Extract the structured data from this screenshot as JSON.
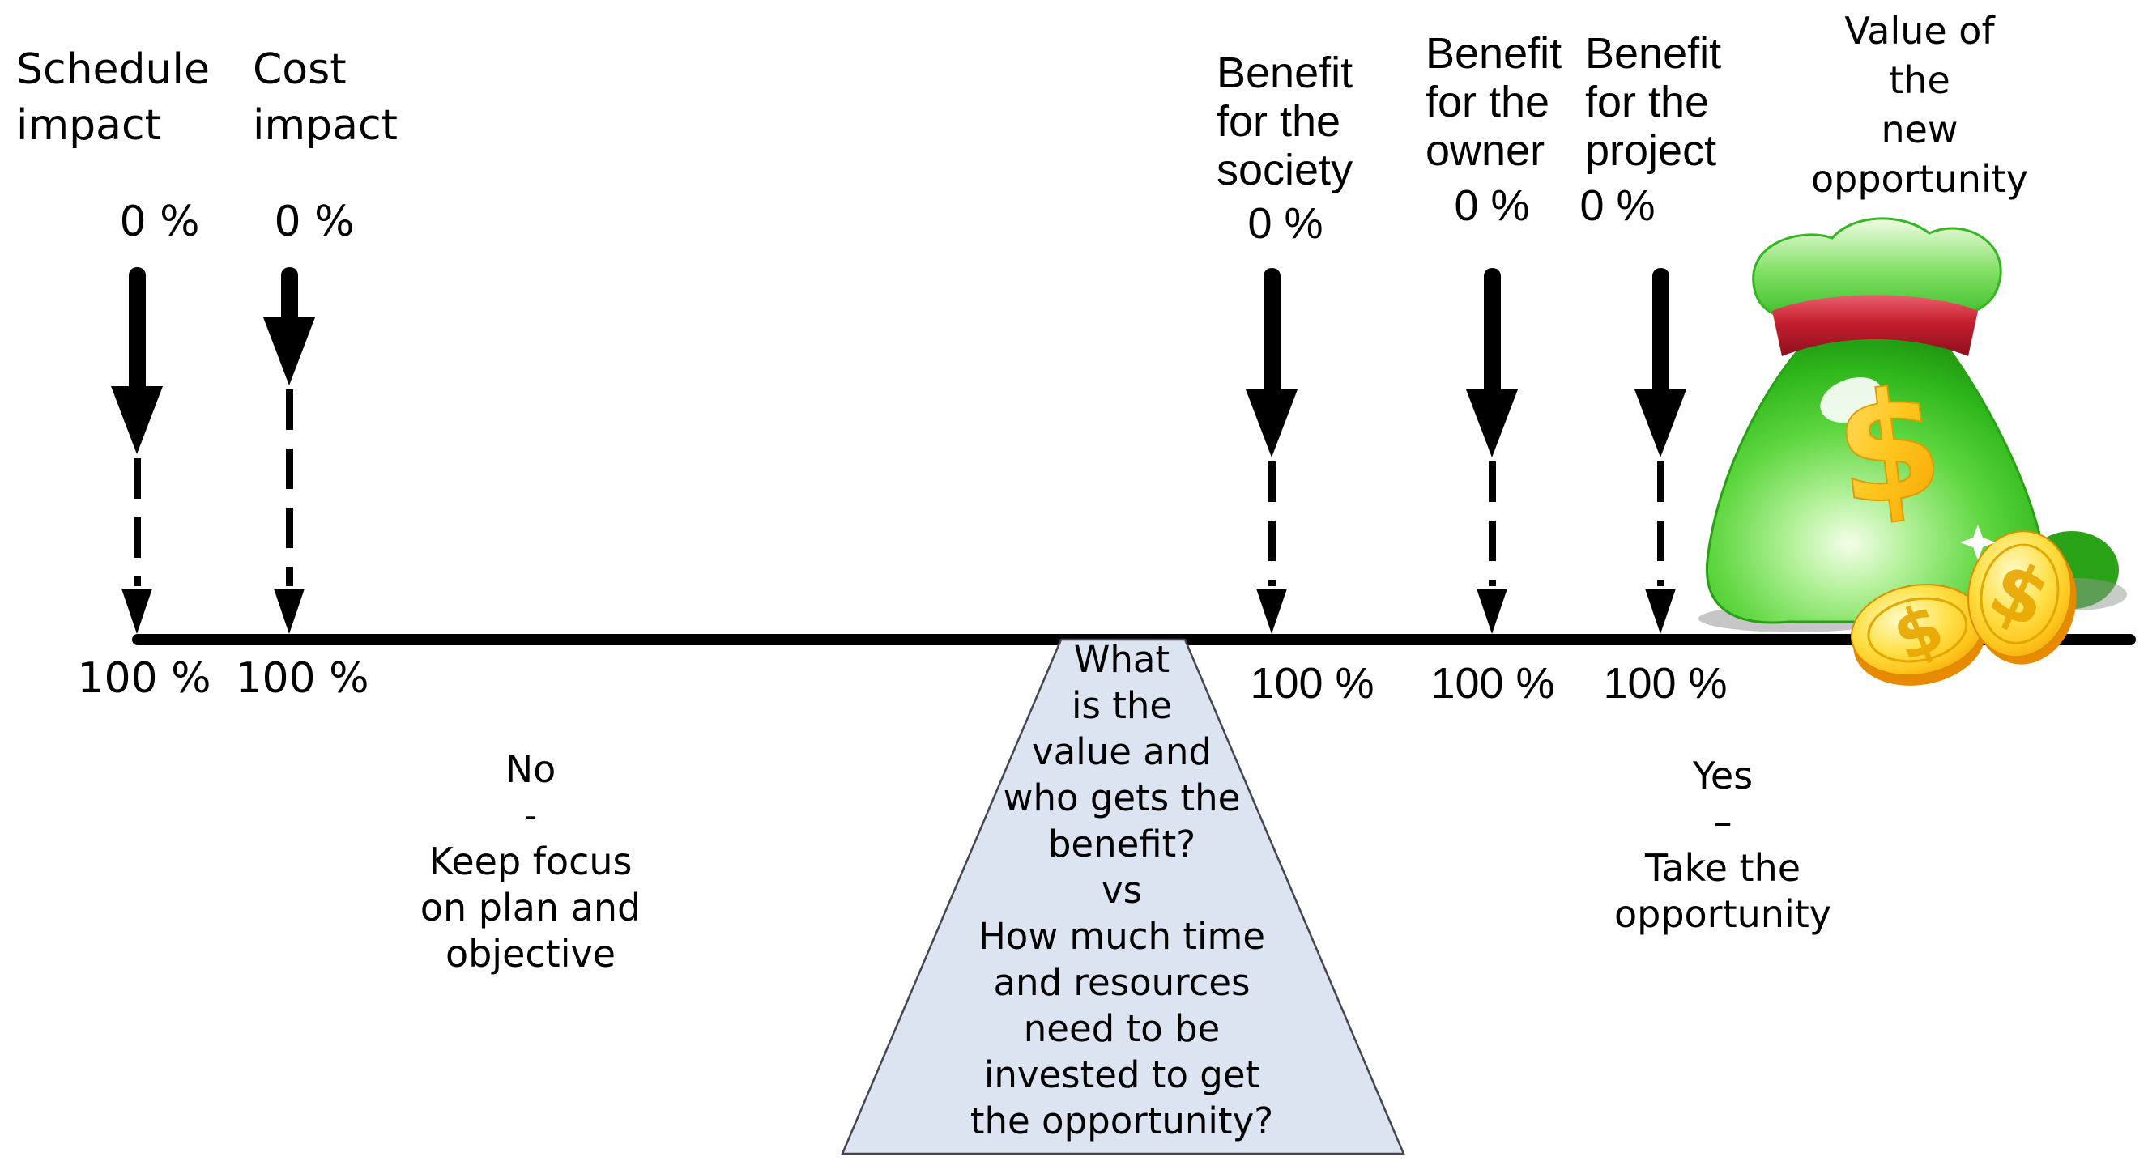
{
  "figure": {
    "impact_labels": [
      {
        "id": "schedule-impact",
        "lines": [
          "Schedule",
          "impact"
        ],
        "top_value": "0 %",
        "bottom_value": "100 %"
      },
      {
        "id": "cost-impact",
        "lines": [
          "Cost",
          "impact"
        ],
        "top_value": "0 %",
        "bottom_value": "100 %"
      }
    ],
    "benefit_labels": [
      {
        "id": "benefit-society",
        "lines": [
          "Benefit",
          "for the",
          "society"
        ],
        "top_value": "0 %",
        "bottom_value": "100 %"
      },
      {
        "id": "benefit-owner",
        "lines": [
          "Benefit",
          "for the",
          "owner"
        ],
        "top_value": "0 %",
        "bottom_value": "100 %"
      },
      {
        "id": "benefit-project",
        "lines": [
          "Benefit",
          "for the",
          "project"
        ],
        "top_value": "0 %",
        "bottom_value": "100 %"
      }
    ],
    "value_label": {
      "lines": [
        "Value of",
        "the",
        "new",
        "opportunity"
      ]
    },
    "no_text": {
      "lines": [
        "No",
        "-",
        "Keep focus",
        "on plan and",
        "objective"
      ]
    },
    "yes_text": {
      "lines": [
        "Yes",
        "–",
        "Take the",
        "opportunity"
      ]
    },
    "triangle_text": {
      "lines": [
        "What",
        "is the",
        "value and",
        "who gets the",
        "benefit?",
        "vs",
        "How much time",
        "and resources",
        "need to be",
        "invested to get",
        "the opportunity?"
      ]
    },
    "icons": {
      "money_bag": "money-bag-with-dollar-and-coins",
      "arrow": "down-arrow-solid-to-dashed"
    },
    "colors": {
      "line": "#000000",
      "text": "#000000",
      "triangle_fill": "#dce4f2",
      "triangle_border": "#45454f",
      "bag_green": "#3dbd2c",
      "ribbon_red": "#c51f2e",
      "coin_gold": "#ffc61e"
    }
  }
}
